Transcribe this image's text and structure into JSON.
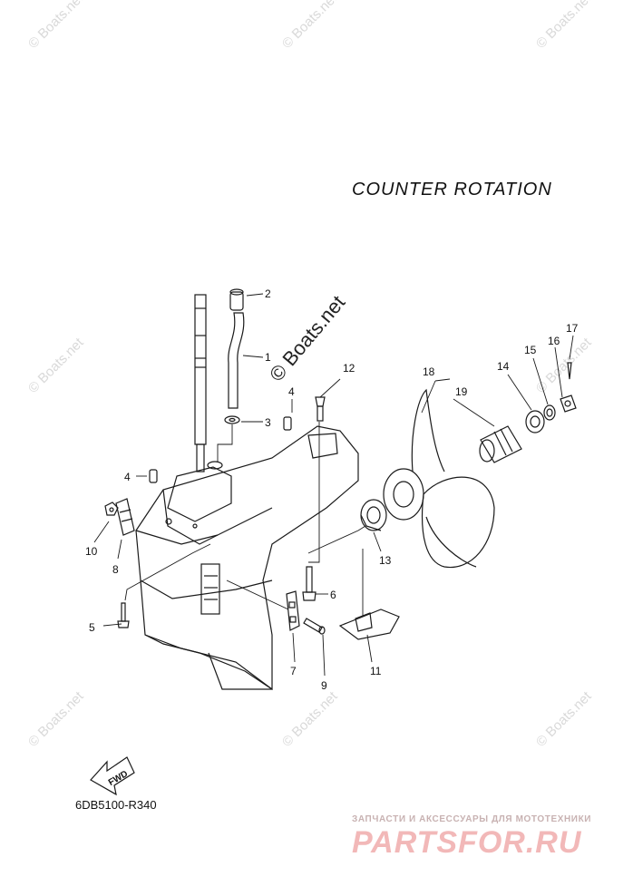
{
  "title": "COUNTER  ROTATION",
  "diagram_code": "6DB5100-R340",
  "fwd_label": "FWD",
  "watermark": "© Boats.net",
  "brand_subtitle": "ЗАПЧАСТИ И АКСЕССУАРЫ ДЛЯ МОТОТЕХНИКИ",
  "brand_name": "PARTSFOR.RU",
  "callouts": [
    {
      "id": "c1",
      "label": "1"
    },
    {
      "id": "c2",
      "label": "2"
    },
    {
      "id": "c3",
      "label": "3"
    },
    {
      "id": "c4a",
      "label": "4"
    },
    {
      "id": "c4b",
      "label": "4"
    },
    {
      "id": "c5",
      "label": "5"
    },
    {
      "id": "c6",
      "label": "6"
    },
    {
      "id": "c7",
      "label": "7"
    },
    {
      "id": "c8",
      "label": "8"
    },
    {
      "id": "c9",
      "label": "9"
    },
    {
      "id": "c10",
      "label": "10"
    },
    {
      "id": "c11",
      "label": "11"
    },
    {
      "id": "c12",
      "label": "12"
    },
    {
      "id": "c13",
      "label": "13"
    },
    {
      "id": "c14",
      "label": "14"
    },
    {
      "id": "c15",
      "label": "15"
    },
    {
      "id": "c16",
      "label": "16"
    },
    {
      "id": "c17",
      "label": "17"
    },
    {
      "id": "c18",
      "label": "18"
    },
    {
      "id": "c19",
      "label": "19"
    }
  ]
}
